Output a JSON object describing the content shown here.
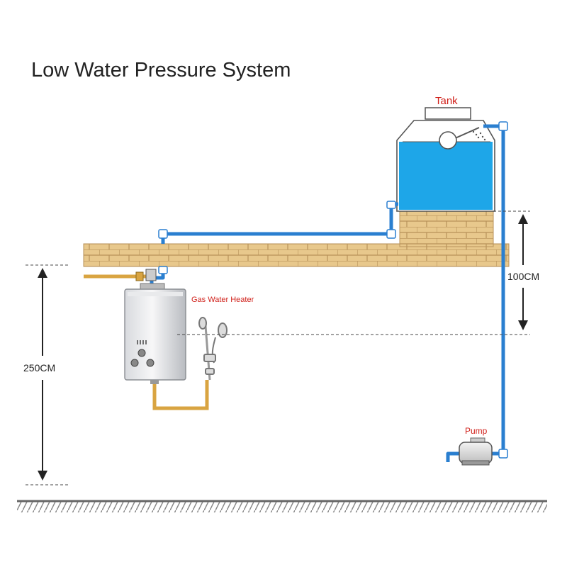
{
  "title": "Low Water Pressure System",
  "labels": {
    "tank": "Tank",
    "heater": "Gas Water Heater",
    "pump": "Pump",
    "dim_tank_height": "100CM",
    "dim_floor_height": "250CM"
  },
  "colors": {
    "title": "#222222",
    "label_red": "#d0201a",
    "pipe_blue": "#2a7fd0",
    "water": "#1ea6e8",
    "brick": "#e8c88c",
    "brick_line": "#b8925a",
    "gas_pipe": "#d9a441"
  }
}
